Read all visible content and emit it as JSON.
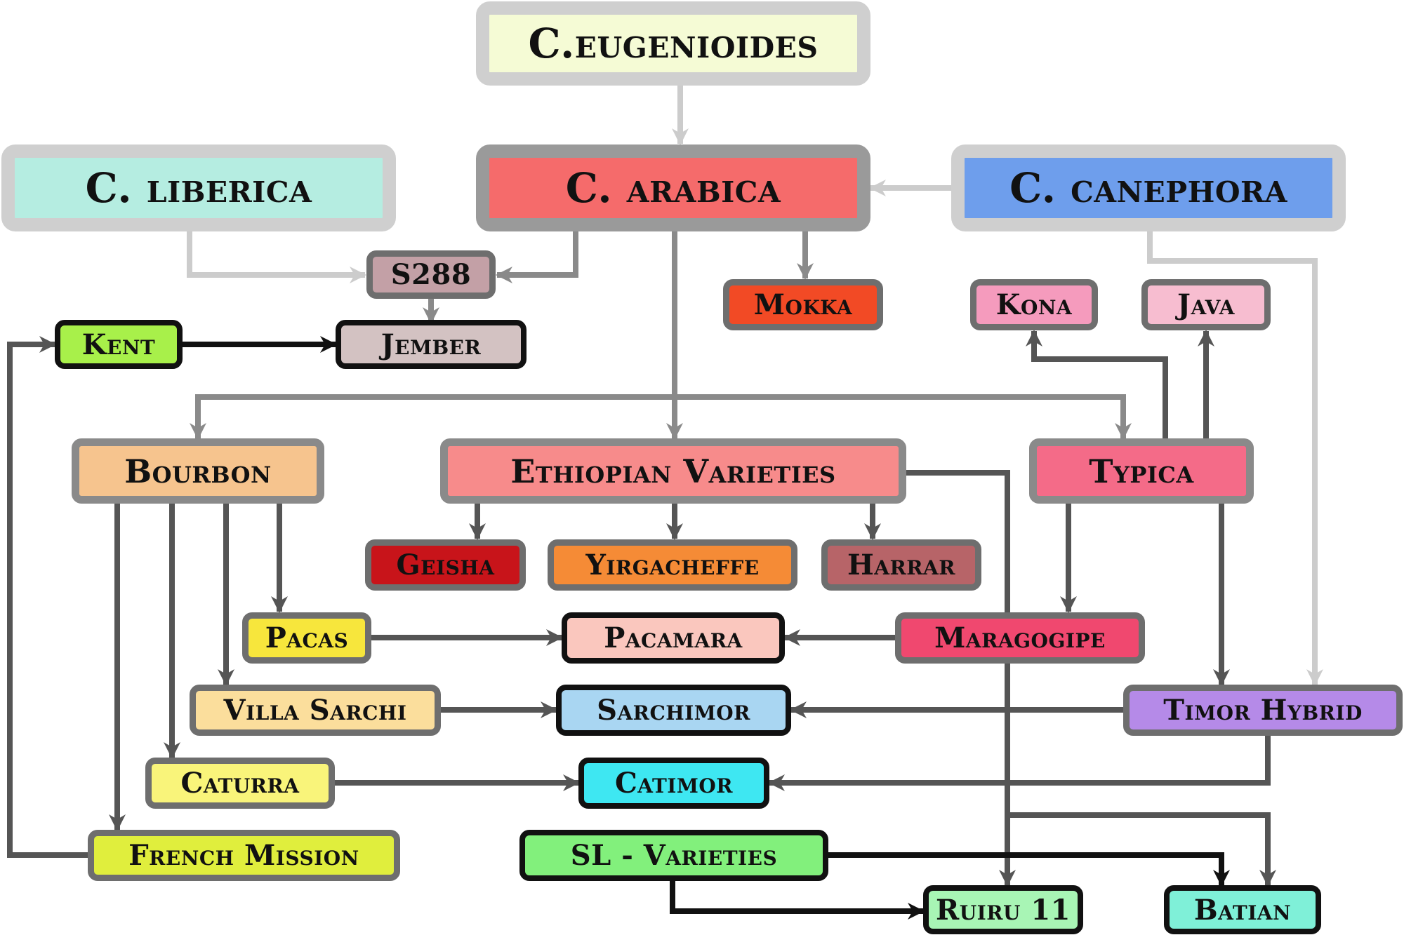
{
  "colors": {
    "edge_light": "#cccccc",
    "edge_mid": "#8a8a8a",
    "edge_dark": "#555555",
    "edge_black": "#111111"
  },
  "nodes": {
    "eugenioides": {
      "label": "C.eugenioides",
      "color": "#f5fbd5"
    },
    "liberica": {
      "label": "C. liberica",
      "color": "#b5ede1"
    },
    "arabica": {
      "label": "C. arabica",
      "color": "#f56b6b"
    },
    "canephora": {
      "label": "C. canephora",
      "color": "#6e9eec"
    },
    "s288": {
      "label": "S288",
      "color": "#c3a0a6"
    },
    "mokka": {
      "label": "Mokka",
      "color": "#f24a25"
    },
    "kona": {
      "label": "Kona",
      "color": "#f59bbd"
    },
    "java": {
      "label": "Java",
      "color": "#f7bdd0"
    },
    "kent": {
      "label": "Kent",
      "color": "#a8f04a"
    },
    "jember": {
      "label": "Jember",
      "color": "#d3c2c2"
    },
    "bourbon": {
      "label": "Bourbon",
      "color": "#f6c48e"
    },
    "ethiopian": {
      "label": "Ethiopian Varieties",
      "color": "#f78b8b"
    },
    "typica": {
      "label": "Typica",
      "color": "#f46b88"
    },
    "geisha": {
      "label": "Geisha",
      "color": "#c8141a"
    },
    "yirgacheffe": {
      "label": "Yirgacheffe",
      "color": "#f58b36"
    },
    "harrar": {
      "label": "Harrar",
      "color": "#b76468"
    },
    "pacas": {
      "label": "Pacas",
      "color": "#f7e63c"
    },
    "pacamara": {
      "label": "Pacamara",
      "color": "#fac7be"
    },
    "maragogipe": {
      "label": "Maragogipe",
      "color": "#f0486f"
    },
    "villasarchi": {
      "label": "Villa Sarchi",
      "color": "#fbde9c"
    },
    "sarchimor": {
      "label": "Sarchimor",
      "color": "#a9d6f2"
    },
    "timor": {
      "label": "Timor Hybrid",
      "color": "#b58ae8"
    },
    "caturra": {
      "label": "Caturra",
      "color": "#f9f47a"
    },
    "catimor": {
      "label": "Catimor",
      "color": "#3ee7f2"
    },
    "french": {
      "label": "French Mission",
      "color": "#e0ee3d"
    },
    "sl": {
      "label": "SL - Varieties",
      "color": "#82f07c"
    },
    "ruiru": {
      "label": "Ruiru 11",
      "color": "#a8f5b5"
    },
    "batian": {
      "label": "Batian",
      "color": "#7ff0d8"
    }
  }
}
